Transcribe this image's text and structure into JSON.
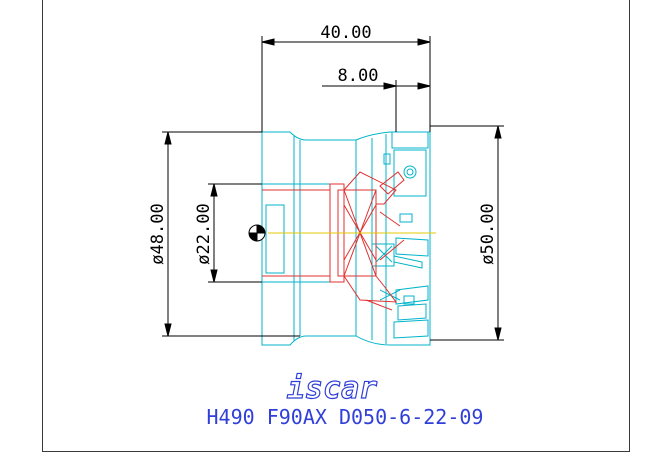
{
  "drawing": {
    "dimensions": {
      "overall_length": "40.00",
      "insert_width": "8.00",
      "bore_diameter": "ø22.00",
      "body_diameter": "ø48.00",
      "cutting_diameter": "ø50.00"
    },
    "brand": "iscar",
    "part_number": "H490 F90AX D050-6-22-09",
    "colors": {
      "background": "#ffffff",
      "dimension": "#000000",
      "body": "#00b3c8",
      "section": "#e23030",
      "centerline": "#e6c800",
      "title": "#2f3fd8"
    }
  }
}
